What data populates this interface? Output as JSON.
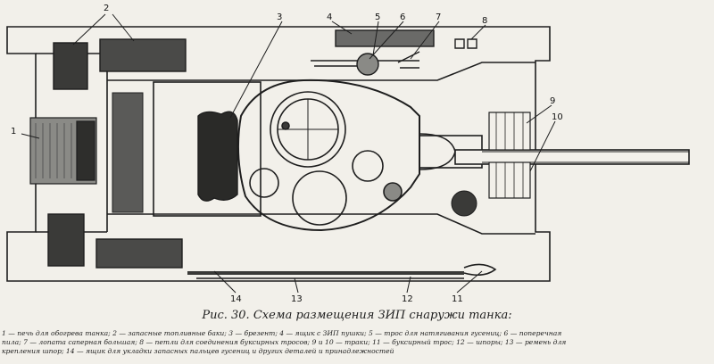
{
  "figure": {
    "numbers": [
      "1",
      "2",
      "3",
      "4",
      "5",
      "6",
      "7",
      "8",
      "9",
      "10",
      "11",
      "12",
      "13",
      "14"
    ],
    "caption": "Рис. 30. Схема размещения ЗИП снаружи танка:",
    "legend_lines": [
      "1 — печь для обогрева танка; 2 — запасные топливные баки; 3 — брезент; 4 — ящик с ЗИП пушки; 5 — трос для натягивания гусениц; 6 — поперечная",
      "пила; 7 — лопата саперная большая; 8 — петли для соединения буксирных тросов; 9 и 10 — траки; 11 — буксирный трос; 12 — шпоры; 13 — ремень для",
      "крепления шпор; 14 — ящик для укладки запасных пальцев гусениц и других деталей и принадлежностей"
    ]
  },
  "colors": {
    "ink": "#1e1e1e",
    "paper": "#f2f0ea",
    "shade": "#8a8a86",
    "dark": "#3a3a38"
  }
}
